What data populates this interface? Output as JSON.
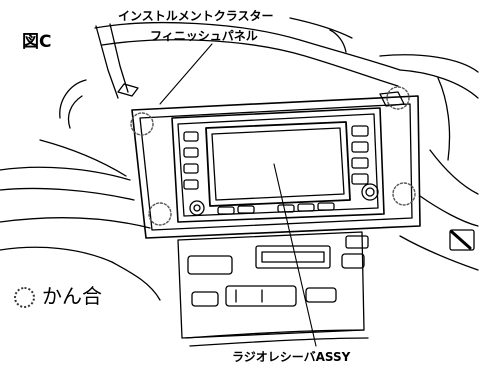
{
  "figure_label": "図C",
  "callouts": {
    "panel": {
      "line1": "インストルメントクラスター",
      "line2": "フィニッシュパネル"
    },
    "radio": "ラジオレシーバASSY"
  },
  "legend": {
    "symbol": "dotted-circle",
    "text": "かん合"
  },
  "colors": {
    "line": "#000000",
    "background": "#ffffff",
    "marker": "#555555"
  }
}
